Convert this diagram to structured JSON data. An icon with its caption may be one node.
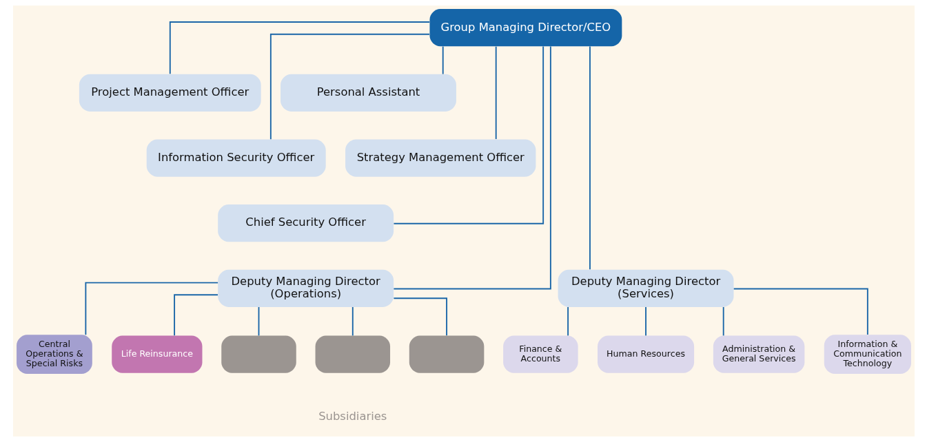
{
  "diagram": {
    "nodes": [
      {
        "text": [
          "Group Managing Director/CEO"
        ]
      },
      {
        "text": [
          "Project Management Officer"
        ]
      },
      {
        "text": [
          "Personal Assistant"
        ]
      },
      {
        "text": [
          "Information Security Officer"
        ]
      },
      {
        "text": [
          "Strategy Management Officer"
        ]
      },
      {
        "text": [
          "Chief Security Officer"
        ]
      },
      {
        "text": [
          "Deputy Managing Director (Operations)"
        ]
      },
      {
        "text": [
          "Deputy Managing Director (Services)"
        ]
      },
      {
        "text": [
          "Central Operations & Special Risks"
        ]
      },
      {
        "text": [
          "Life Reinsurance"
        ]
      },
      {
        "text": [],
        "shape": "box"
      },
      {
        "text": [],
        "shape": "box"
      },
      {
        "text": [],
        "shape": "box"
      },
      {
        "text": [
          "Finance & Accounts"
        ]
      },
      {
        "text": [
          "Human Resources"
        ]
      },
      {
        "text": [
          "Administration & General Services"
        ]
      },
      {
        "text": [
          "Information & Communication Technology"
        ]
      }
    ],
    "edges": [
      {
        "from": 0,
        "to": 1,
        "arrow": "none"
      },
      {
        "from": 0,
        "to": 2,
        "arrow": "none"
      },
      {
        "from": 0,
        "to": 3,
        "arrow": "none"
      },
      {
        "from": 0,
        "to": 4,
        "arrow": "none"
      },
      {
        "from": 0,
        "to": 5,
        "arrow": "none"
      },
      {
        "from": 0,
        "to": 6,
        "arrow": "none"
      },
      {
        "from": 0,
        "to": 7,
        "arrow": "none"
      },
      {
        "from": 6,
        "to": 8,
        "arrow": "none"
      },
      {
        "from": 6,
        "to": 9,
        "arrow": "none"
      },
      {
        "from": 6,
        "to": 10,
        "arrow": "none"
      },
      {
        "from": 6,
        "to": 11,
        "arrow": "none"
      },
      {
        "from": 6,
        "to": 12,
        "arrow": "none"
      },
      {
        "from": 7,
        "to": 13,
        "arrow": "none"
      },
      {
        "from": 7,
        "to": 14,
        "arrow": "none"
      },
      {
        "from": 7,
        "to": 15,
        "arrow": "none"
      },
      {
        "from": 7,
        "to": 16,
        "arrow": "none"
      }
    ],
    "labels": [
      "Subsidiaries"
    ]
  }
}
